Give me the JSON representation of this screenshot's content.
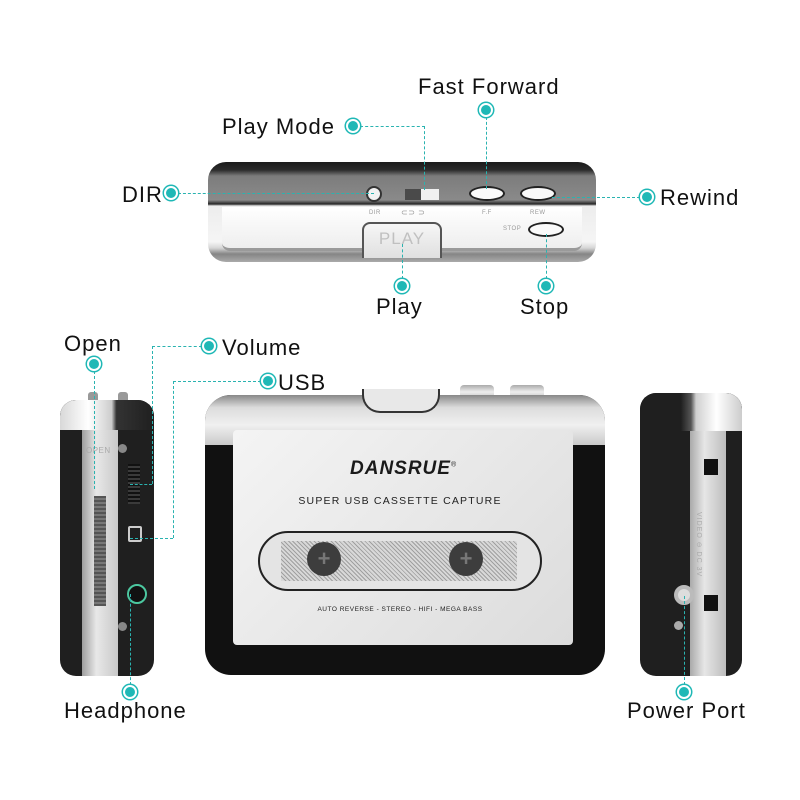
{
  "image": {
    "description": "Product feature diagram of a portable USB cassette player/capturer shown from top, left side, front and right side",
    "accent_color": "#1fb8b6"
  },
  "top_view": {
    "callouts": {
      "fast_forward": "Fast Forward",
      "play_mode": "Play Mode",
      "dir": "DIR",
      "rewind": "Rewind",
      "play": "Play",
      "stop": "Stop"
    },
    "printed": {
      "dir": "DIR",
      "ff": "F.F",
      "rew": "REW",
      "stop": "STOP",
      "play": "PLAY",
      "mode_icons": "⊂⊃ ⊃"
    }
  },
  "left_view": {
    "callouts": {
      "open": "Open",
      "volume": "Volume",
      "usb": "USB",
      "headphone": "Headphone"
    },
    "printed": {
      "open": "OPEN"
    }
  },
  "front_view": {
    "brand": "DANSRUE",
    "registered": "®",
    "subtitle": "SUPER USB CASSETTE CAPTURE",
    "features": "AUTO REVERSE - STEREO - HIFI - MEGA BASS"
  },
  "right_view": {
    "callouts": {
      "power_port": "Power Port"
    },
    "printed": {
      "power_spec": "VIDEO ⊖ DC 3V"
    }
  }
}
